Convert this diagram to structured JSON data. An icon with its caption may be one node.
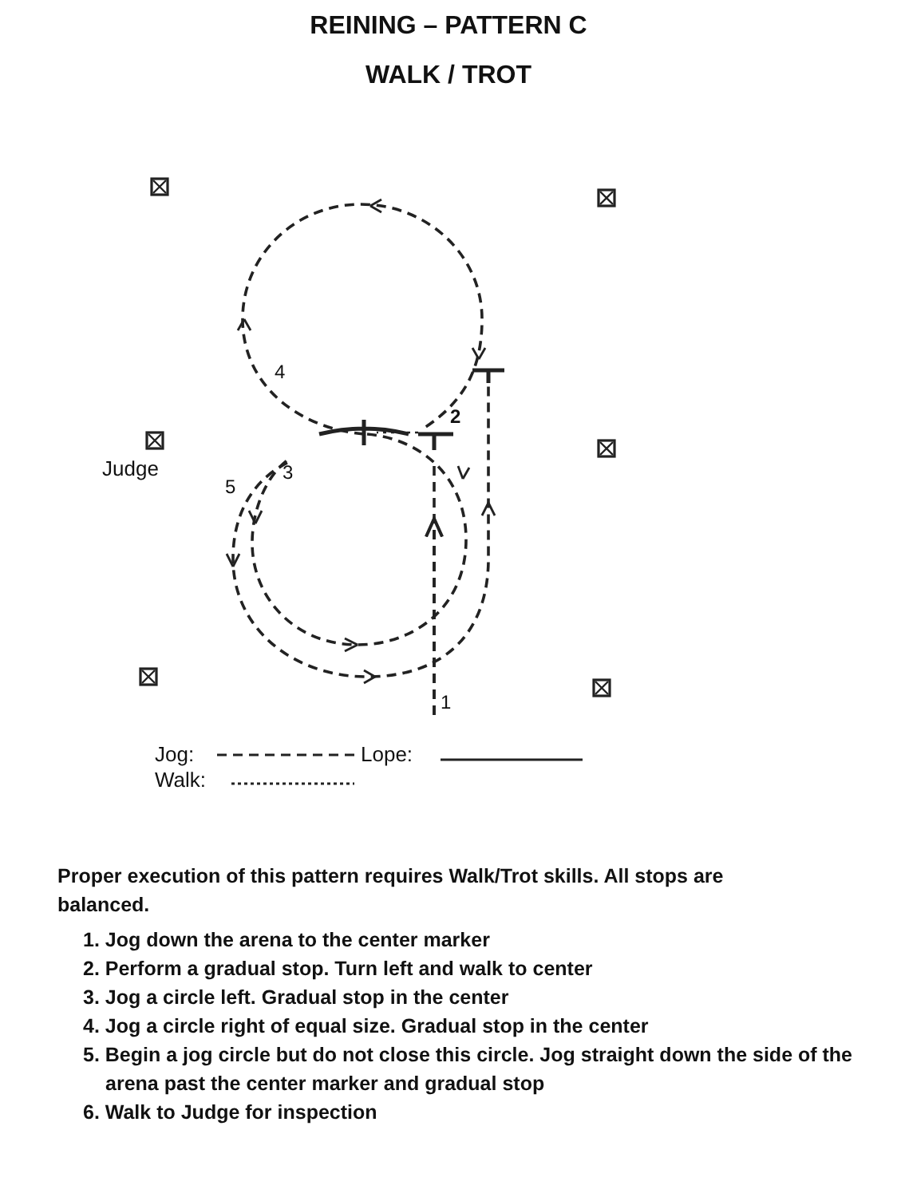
{
  "diagram": {
    "title": "REINING – PATTERN C",
    "labels": [
      "WALK / TROT",
      "4",
      "Judge",
      "2",
      "5",
      "3",
      "1",
      "Proper execution of this pattern requires Walk/Trot skills.  All stops are balanced.",
      "1. Jog down the arena to the center marker",
      "2. Perform a gradual stop.  Turn left and walk to center",
      "3. Jog a circle left.  Gradual stop in the center",
      "4. Jog a circle right of equal size.  Gradual stop in the center",
      "5. Begin a jog circle but do not close this circle.  Jog straight down the side of the arena past the center marker and gradual stop",
      "6. Walk to Judge for inspection"
    ],
    "legend": [
      {
        "text": "Jog:"
      },
      {
        "text": "Lope:"
      },
      {
        "text": "Walk:"
      }
    ]
  }
}
